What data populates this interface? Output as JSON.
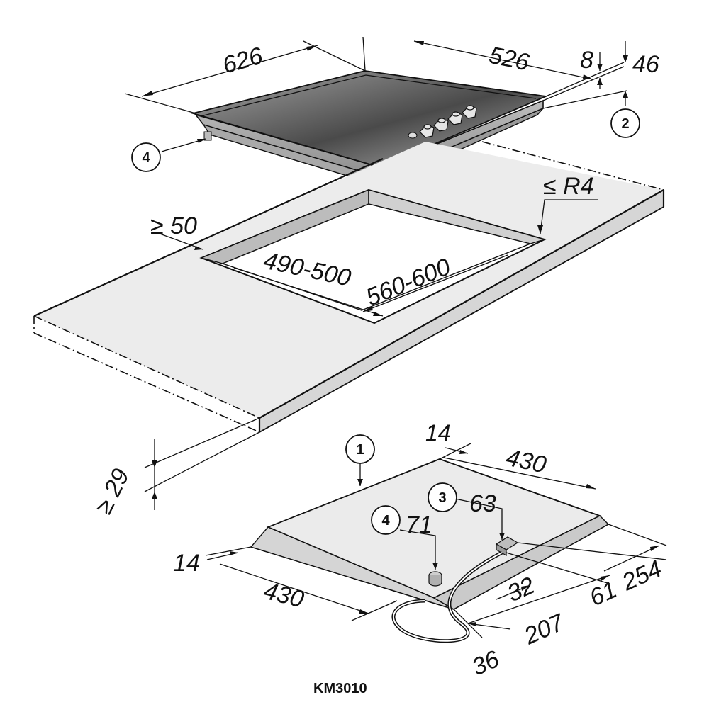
{
  "dimensions": {
    "hob_width": "626",
    "hob_depth": "526",
    "glass_height": "8",
    "overall_height": "46",
    "cutout_radius": "≤ R4",
    "min_edge_distance": "≥ 50",
    "cutout_depth": "490-500",
    "cutout_width": "560-600",
    "min_worktop_thickness": "≥ 29",
    "offset_back": "14",
    "offset_front": "14",
    "base_depth_back": "430",
    "base_width_front": "430",
    "conn_3_distance": "63",
    "conn_4_distance": "71",
    "right_32": "32",
    "right_61": "61",
    "right_254": "254",
    "right_207": "207",
    "front_36": "36"
  },
  "callouts": {
    "c1": "1",
    "c2": "2",
    "c3": "3",
    "c4_top": "4",
    "c4_bottom": "4"
  },
  "model": "KM3010"
}
